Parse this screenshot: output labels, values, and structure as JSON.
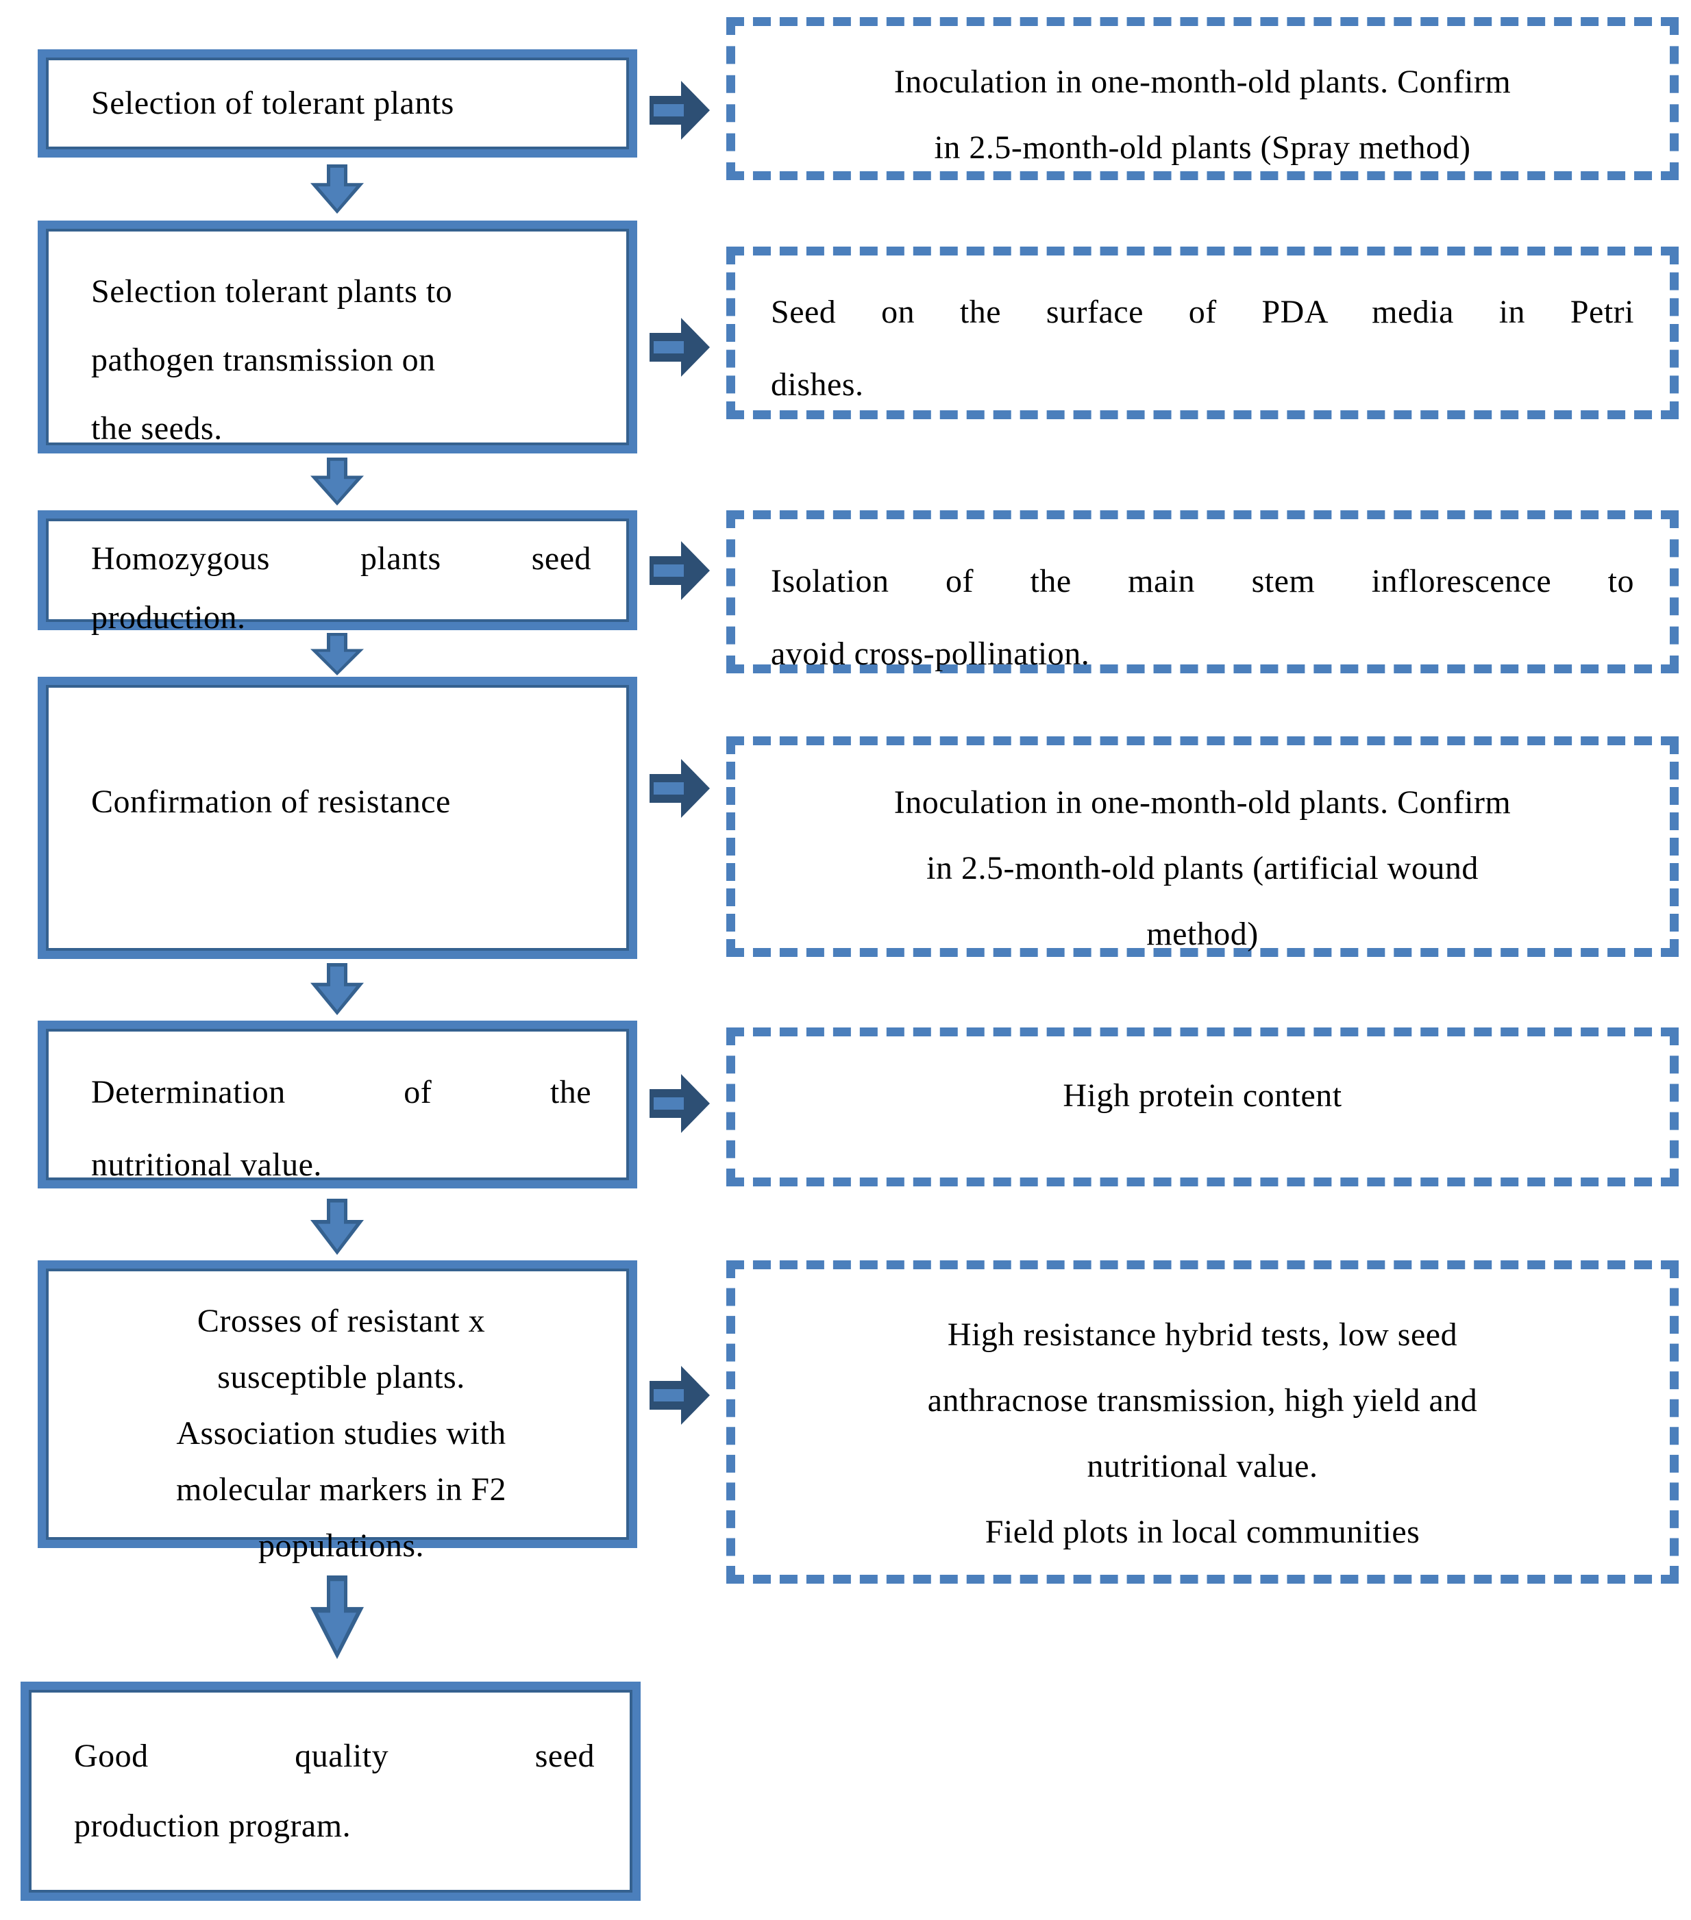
{
  "flowchart": {
    "left_column": [
      {
        "lines": [
          "Selection of tolerant plants"
        ]
      },
      {
        "lines": [
          "Selection tolerant plants to",
          "pathogen transmission on",
          "the seeds."
        ]
      },
      {
        "lines": [
          "Homozygous plants seed",
          "production."
        ]
      },
      {
        "lines": [
          "Confirmation of resistance"
        ]
      },
      {
        "lines": [
          "Determination of the",
          "nutritional value."
        ]
      },
      {
        "lines": [
          "Crosses of resistant x",
          "susceptible plants.",
          "Association studies with",
          "molecular markers in F2",
          "populations."
        ]
      },
      {
        "lines": [
          "Good quality seed",
          "production program."
        ]
      }
    ],
    "right_column": [
      {
        "lines": [
          "Inoculation in one-month-old plants. Confirm",
          "in 2.5-month-old plants (Spray method)"
        ]
      },
      {
        "lines": [
          "Seed on the surface of PDA media in Petri",
          "dishes."
        ]
      },
      {
        "lines": [
          "Isolation of the main stem inflorescence to",
          "avoid cross-pollination."
        ]
      },
      {
        "lines": [
          "Inoculation in one-month-old plants. Confirm",
          "in 2.5-month-old plants (artificial wound",
          "method)"
        ]
      },
      {
        "lines": [
          "High protein content"
        ]
      },
      {
        "lines": [
          "High resistance hybrid tests, low seed",
          "anthracnose transmission, high yield and",
          "nutritional value.",
          "Field plots in local communities"
        ]
      }
    ],
    "icons": {
      "down_arrow_glyph": "⬇",
      "right_arrow_glyph": "➡"
    },
    "colors": {
      "box_border_blue": "#4b7fbc",
      "inner_border_blue": "#35618f",
      "arrow_dark_blue": "#2d4f74",
      "arrow_mid_blue": "#4d80ba",
      "text_black": "#000000",
      "background_white": "#ffffff"
    }
  }
}
